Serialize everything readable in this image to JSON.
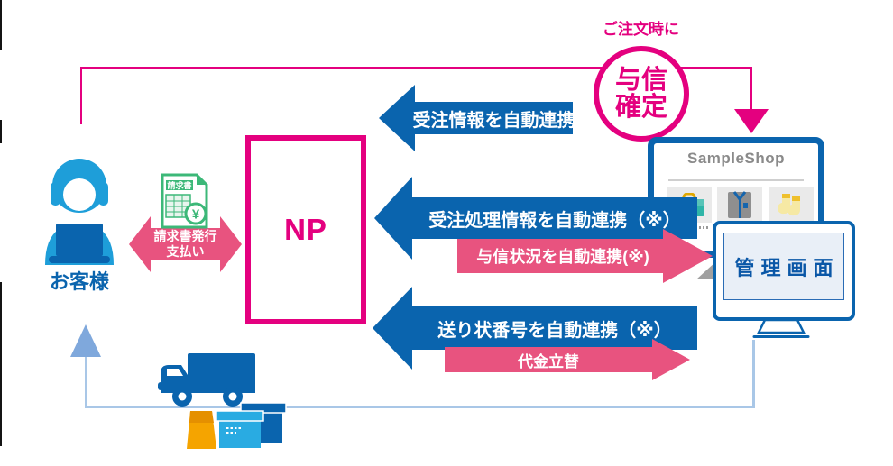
{
  "colors": {
    "magenta": "#E4007F",
    "rose": "#E8537F",
    "blue": "#0A64AE",
    "lightblue": "#29ABE2",
    "person-blue": "#1E9ED9",
    "green": "#3CB878",
    "connector": "#A9C7E7",
    "connector-arrow": "#7FA8DC",
    "gray-text": "#8A8A8A"
  },
  "top": {
    "order_time_label": "ご注文時に",
    "credit_line1": "与信",
    "credit_line2": "確定"
  },
  "customer": {
    "label": "お客様"
  },
  "billing": {
    "line1": "請求書発行",
    "line2": "支払い"
  },
  "invoice": {
    "header": "請求書",
    "yen": "¥"
  },
  "np": {
    "label": "NP"
  },
  "flows": {
    "order_info": "受注情報を自動連携",
    "order_processing": "受注処理情報を自動連携（※）",
    "credit_status": "与信状況を自動連携(※)",
    "tracking_number": "送り状番号を自動連携（※）",
    "payment_advance": "代金立替"
  },
  "shop": {
    "title": "SampleShop"
  },
  "admin": {
    "label": "管理画面"
  }
}
